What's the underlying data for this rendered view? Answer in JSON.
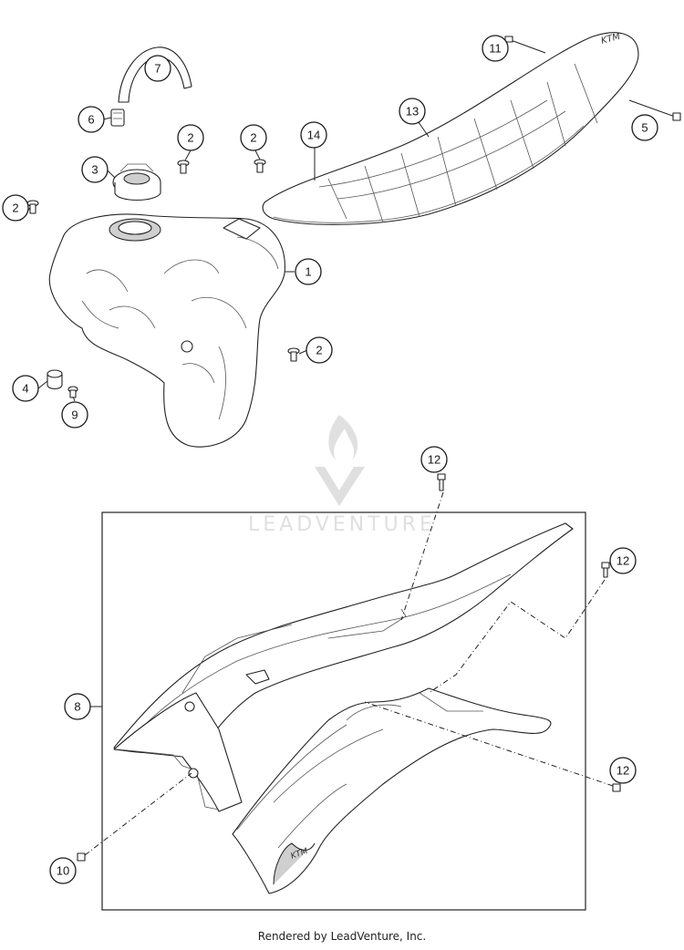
{
  "diagram": {
    "callouts": [
      "1",
      "2",
      "3",
      "4",
      "5",
      "6",
      "7",
      "8",
      "9",
      "10",
      "11",
      "12",
      "13",
      "14"
    ],
    "watermark_text": "LEADVENTURE",
    "footer": "Rendered by LeadVenture, Inc.",
    "seat_logo_text": "KTM",
    "shroud_logo_text": "KTM"
  }
}
